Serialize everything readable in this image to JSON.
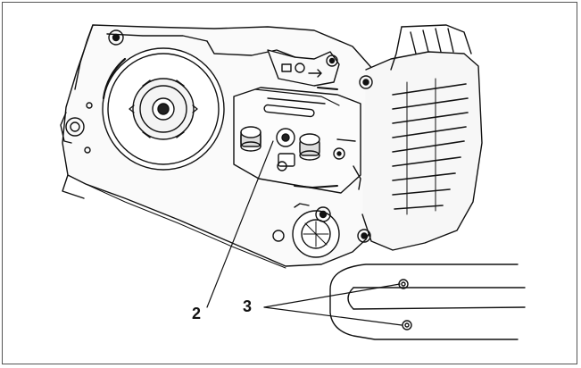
{
  "figure": {
    "callouts": [
      {
        "id": "2",
        "label": "2"
      },
      {
        "id": "3",
        "label": "3"
      }
    ],
    "components": [
      "sprocket-cover-mount",
      "guide-bar-studs",
      "chain-tensioner",
      "guide-bar",
      "bar-mounting-slot",
      "tensioner-holes",
      "cooling-fins-housing"
    ]
  }
}
